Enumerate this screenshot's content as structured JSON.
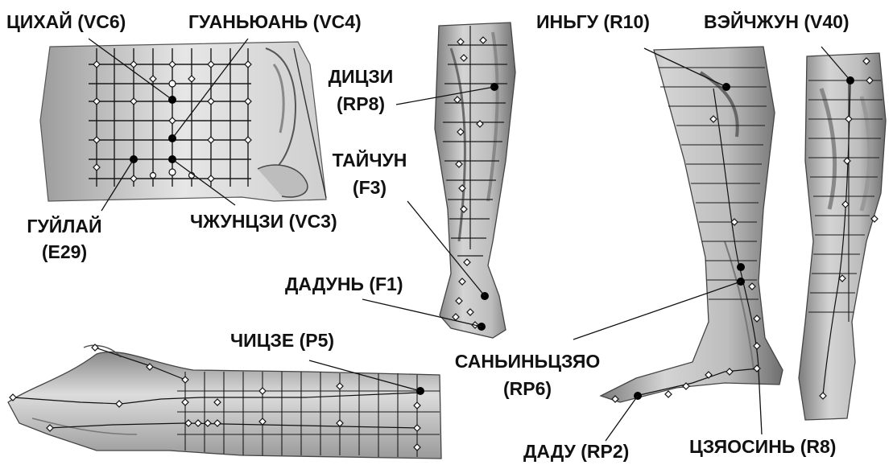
{
  "labels": {
    "cihai": "ЦИХАЙ (VC6)",
    "guanyuan": "ГУАНЬЮАНЬ (VC4)",
    "guilai_name": "ГУЙЛАЙ",
    "guilai_code": "(E29)",
    "zhongji": "ЧЖУНЦЗИ (VC3)",
    "diji_name": "ДИЦЗИ",
    "diji_code": "(RP8)",
    "taichong_name": "ТАЙЧУН",
    "taichong_code": "(F3)",
    "dadun": "ДАДУНЬ (F1)",
    "chize": "ЧИЦЗЕ (P5)",
    "sanyinjiao_name": "САНЬИНЬЦЗЯО",
    "sanyinjiao_code": "(RP6)",
    "dadu": "ДАДУ (RP2)",
    "jiaoxin": "ЦЗЯОСИНЬ (R8)",
    "yingu": "ИНЬГУ (R10)",
    "weizhong": "ВЭЙЧЖУН (V40)"
  },
  "colors": {
    "text": "#111111",
    "skin_light": "#e2e2e2",
    "skin_mid": "#b8b8b8",
    "skin_dark": "#6a6a6a",
    "grid": "#1a1a1a",
    "point_active": "#000000",
    "point_open": "#ffffff"
  }
}
